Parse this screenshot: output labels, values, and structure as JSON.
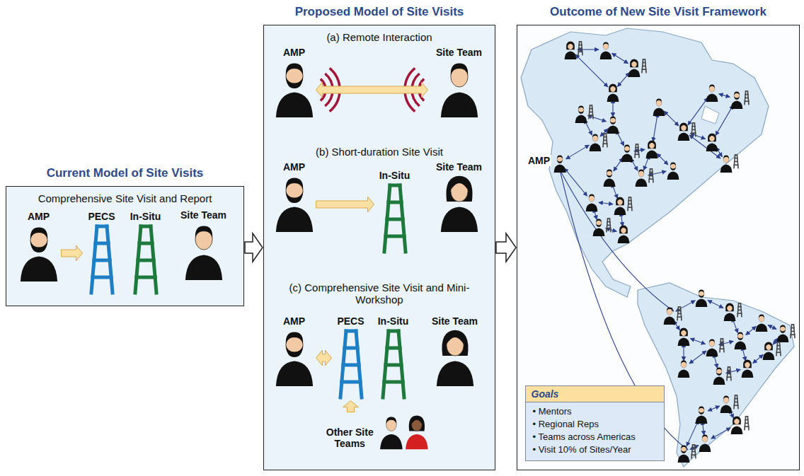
{
  "diagram": {
    "nodes": [
      {
        "text": [
          "Current Model of Site Visits",
          "Comprehensive Site Visit and Report"
        ]
      },
      {
        "text": [
          "AMP"
        ],
        "in": 0
      },
      {
        "text": [
          "PECS"
        ],
        "in": 0
      },
      {
        "text": [
          "In-Situ"
        ],
        "in": 0
      },
      {
        "text": [
          "Site Team"
        ],
        "in": 0
      },
      {
        "text": [
          "Proposed Model of Site Visits"
        ]
      },
      {
        "text": [
          "AMP"
        ],
        "in": 5
      },
      {
        "text": [
          "Site Team"
        ],
        "in": 5
      },
      {
        "text": [
          "AMP"
        ],
        "in": 5
      },
      {
        "text": [
          "In-Situ"
        ],
        "in": 5
      },
      {
        "text": [
          "Site Team"
        ],
        "in": 5
      },
      {
        "text": [
          "AMP"
        ],
        "in": 5
      },
      {
        "text": [
          "PECS"
        ],
        "in": 5
      },
      {
        "text": [
          "In-Situ"
        ],
        "in": 5
      },
      {
        "text": [
          "Site Team"
        ],
        "in": 5
      },
      {
        "text": [
          "Other Site Teams"
        ],
        "in": 5
      },
      {
        "text": [
          "Outcome of New Site Visit Framework"
        ]
      },
      {
        "text": [
          "Goals",
          "• Mentors",
          "• Regional Reps",
          "• Teams across Americas",
          "• Visit 10% of Sites/Year"
        ],
        "in": 16
      }
    ],
    "edges": [
      {
        "from": 1,
        "to": 2,
        "arrow": "to"
      },
      {
        "from": 6,
        "to": 7,
        "arrow": "both"
      },
      {
        "from": 8,
        "to": 9,
        "arrow": "to"
      },
      {
        "from": 11,
        "to": 12,
        "arrow": "both"
      },
      {
        "from": 15,
        "to": 12,
        "arrow": "to"
      },
      {
        "from": 0,
        "to": 5,
        "arrow": "to"
      },
      {
        "from": 5,
        "to": 16,
        "arrow": "to"
      }
    ],
    "labels": [
      "(a) Remote Interaction",
      "(b) Short-duration Site Visit",
      "(c) Comprehensive Site Visit and Mini-Workshop",
      "AMP"
    ]
  }
}
